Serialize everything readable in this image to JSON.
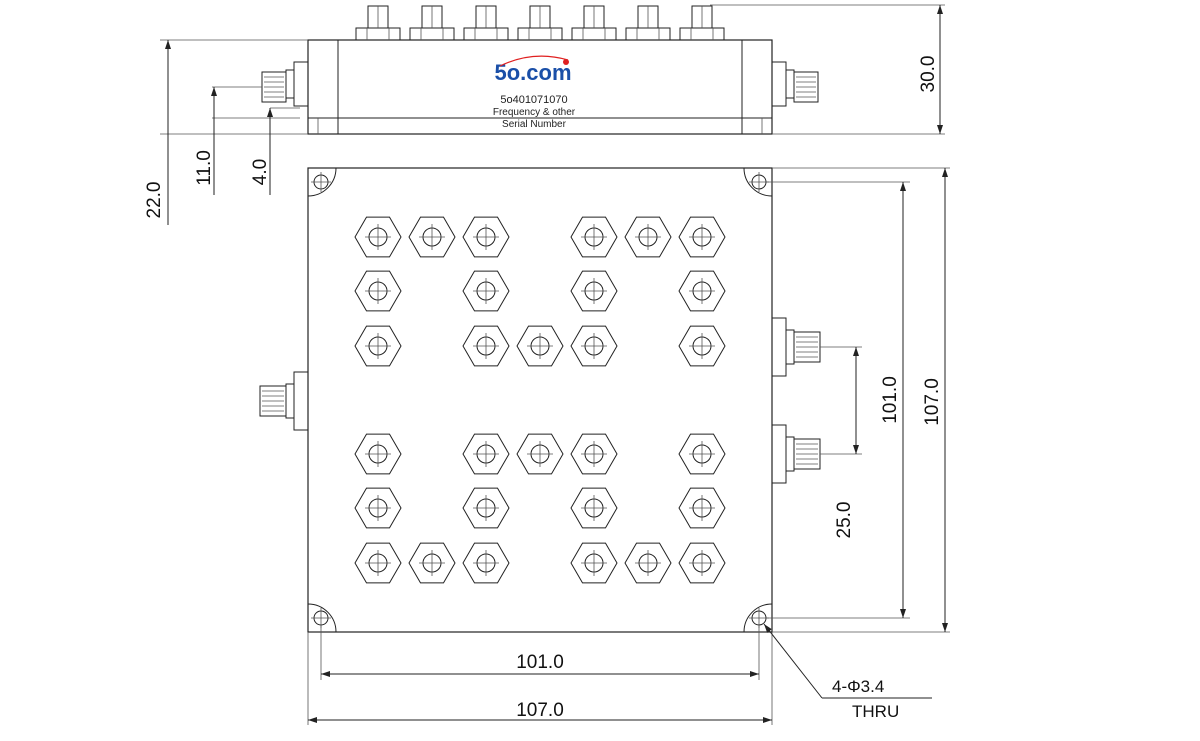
{
  "logo": {
    "text": "5o.com",
    "color": "#1a4fa8",
    "accent_color": "#e02020"
  },
  "label": {
    "model": "5o401071070",
    "line2": "Frequency & other",
    "line3": "Serial Number"
  },
  "dimensions": {
    "height_total": "30.0",
    "side_22": "22.0",
    "side_11": "11.0",
    "side_4": "4.0",
    "height_101": "101.0",
    "height_107": "107.0",
    "port_spacing": "25.0",
    "width_101": "101.0",
    "width_107": "107.0"
  },
  "holes": {
    "spec": "4-Φ3.4",
    "type": "THRU"
  },
  "tuning_screws": {
    "grid_rows": [
      [
        true,
        true,
        true,
        false,
        true,
        true,
        true
      ],
      [
        true,
        false,
        true,
        false,
        true,
        false,
        true
      ],
      [
        true,
        false,
        true,
        true,
        true,
        false,
        true
      ],
      [
        true,
        false,
        true,
        true,
        true,
        false,
        true
      ],
      [
        true,
        false,
        true,
        false,
        true,
        false,
        true
      ],
      [
        true,
        true,
        true,
        false,
        true,
        true,
        true
      ]
    ]
  },
  "top_connectors_count": 7
}
